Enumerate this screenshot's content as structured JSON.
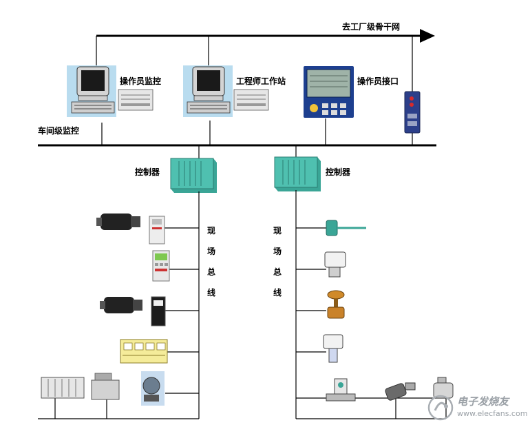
{
  "labels": {
    "backbone": "去工厂级骨干网",
    "workshop": "车间级监控",
    "operator_monitor": "操作员监控",
    "engineer_station": "工程师工作站",
    "operator_interface": "操作员接口",
    "controller_left": "控制器",
    "controller_right": "控制器",
    "fieldbus_left": [
      "现",
      "场",
      "总",
      "线"
    ],
    "fieldbus_right": [
      "现",
      "场",
      "总",
      "线"
    ]
  },
  "watermark": {
    "line1": "电子发烧友",
    "line2": "www.elecfans.com"
  },
  "colors": {
    "line": "#000000",
    "workstation_bg": "#b9dcef",
    "controller": "#4fc0b0",
    "panel_blue": "#1d3f8f"
  }
}
